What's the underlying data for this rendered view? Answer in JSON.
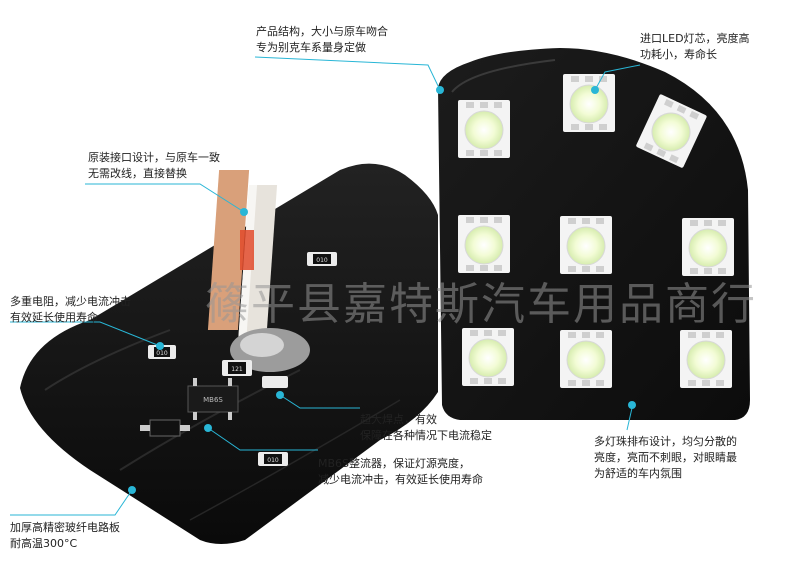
{
  "annotations": {
    "structure": [
      "产品结构，大小与原车吻合",
      "专为别克车系量身定做"
    ],
    "led_chip": [
      "进口LED灯芯，亮度高",
      "功耗小，寿命长"
    ],
    "interface": [
      "原装接口设计，与原车一致",
      "无需改线，直接替换"
    ],
    "resistor": [
      "多重电阻，减少电流冲击",
      "有效延长使用寿命"
    ],
    "solder": [
      "超大焊点，有效",
      "保障在各种情况下电流稳定"
    ],
    "rectifier": [
      "MB6S整流器，保证灯源亮度，",
      "减少电流冲击，有效延长使用寿命"
    ],
    "layout": [
      "多灯珠排布设计，均匀分散的",
      "亮度，亮而不刺眼，对眼睛最",
      "为舒适的车内氛围"
    ],
    "pcb": [
      "加厚高精密玻纤电路板",
      "耐高温300°C"
    ]
  },
  "watermark": "篠平县嘉特斯汽车用品商行",
  "component_labels": {
    "r1": "010",
    "r2": "010",
    "r3": "121",
    "rectifier": "MB6S",
    "r4": "010"
  },
  "colors": {
    "pcb": "#151515",
    "callout_line": "#29b6d6",
    "led_glow": "#eefcc8"
  }
}
